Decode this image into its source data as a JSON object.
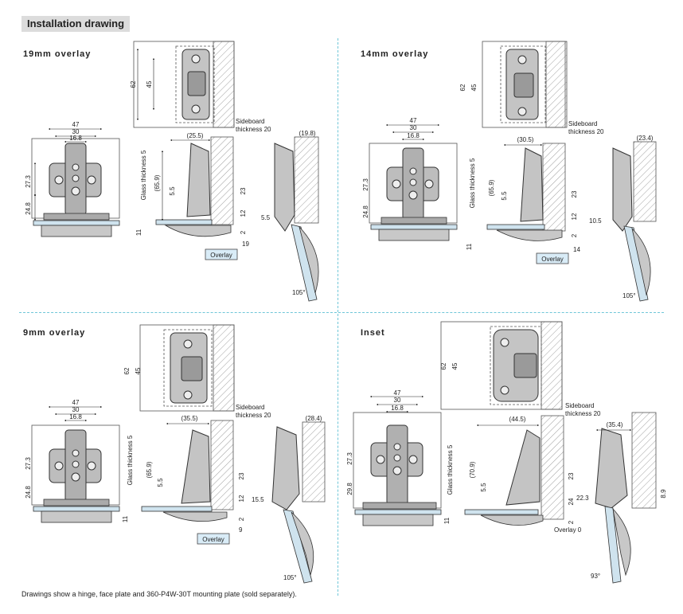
{
  "header": {
    "title": "Installation drawing"
  },
  "caption": "Drawings show a hinge, face plate and 360-P4W-30T mounting plate (sold separately).",
  "colors": {
    "divider": "#6fc6d8",
    "glass": "#cfe3ee",
    "metal": "#c8c8c8",
    "overlay_tag": "#d9ecf7"
  },
  "sections": [
    {
      "title": "19mm overlay",
      "labels": {
        "glass_thickness": "Glass thickness 5",
        "sideboard": "Sideboard",
        "sideboard_thickness": "thickness 20",
        "overlay_tag": "Overlay"
      },
      "front": {
        "w_outer": "47",
        "w_mid": "30",
        "w_inner": "16.8",
        "h_upper": "27.3",
        "h_lower": "24.8"
      },
      "top": {
        "h_outer": "62",
        "h_inner": "45"
      },
      "side": {
        "d_top": "(25.5)",
        "d_tall": "(65.9)",
        "d_mid": "5.5",
        "d_base": "11",
        "r_23": "23",
        "r_12": "12",
        "r_2": "2",
        "r_overlay": "19"
      },
      "open": {
        "d_top": "(19.8)",
        "d_left": "5.5",
        "angle": "105°"
      }
    },
    {
      "title": "14mm overlay",
      "labels": {
        "glass_thickness": "Glass thickness 5",
        "sideboard": "Sideboard",
        "sideboard_thickness": "thickness 20",
        "overlay_tag": "Overlay"
      },
      "front": {
        "w_outer": "47",
        "w_mid": "30",
        "w_inner": "16.8",
        "h_upper": "27.3",
        "h_lower": "24.8"
      },
      "top": {
        "h_outer": "62",
        "h_inner": "45"
      },
      "side": {
        "d_top": "(30.5)",
        "d_tall": "(65.9)",
        "d_mid": "5.5",
        "d_base": "11",
        "r_23": "23",
        "r_12": "12",
        "r_2": "2",
        "r_overlay": "14"
      },
      "open": {
        "d_top": "(23.4)",
        "d_left": "10.5",
        "angle": "105°"
      }
    },
    {
      "title": "9mm overlay",
      "labels": {
        "glass_thickness": "Glass thickness 5",
        "sideboard": "Sideboard",
        "sideboard_thickness": "thickness 20",
        "overlay_tag": "Overlay"
      },
      "front": {
        "w_outer": "47",
        "w_mid": "30",
        "w_inner": "16.8",
        "h_upper": "27.3",
        "h_lower": "24.8"
      },
      "top": {
        "h_outer": "62",
        "h_inner": "45"
      },
      "side": {
        "d_top": "(35.5)",
        "d_tall": "(65.9)",
        "d_mid": "5.5",
        "d_base": "11",
        "r_23": "23",
        "r_12": "12",
        "r_2": "2",
        "r_overlay": "9"
      },
      "open": {
        "d_top": "(28.4)",
        "d_left": "15.5",
        "angle": "105°"
      }
    },
    {
      "title": "Inset",
      "labels": {
        "glass_thickness": "Glass thickness 5",
        "sideboard": "Sideboard",
        "sideboard_thickness": "thickness 20",
        "overlay_tag": "Overlay 0"
      },
      "front": {
        "w_outer": "47",
        "w_mid": "30",
        "w_inner": "16.8",
        "h_upper": "27.3",
        "h_lower": "29.8"
      },
      "top": {
        "h_outer": "62",
        "h_inner": "45"
      },
      "side": {
        "d_top": "(44.5)",
        "d_tall": "(70.9)",
        "d_mid": "5.5",
        "d_base": "11",
        "r_23": "23",
        "r_12": "24",
        "r_2": "2",
        "r_overlay": ""
      },
      "open": {
        "d_top": "(35.4)",
        "d_left": "22.3",
        "d_right": "8.9",
        "angle": "93°"
      }
    }
  ]
}
